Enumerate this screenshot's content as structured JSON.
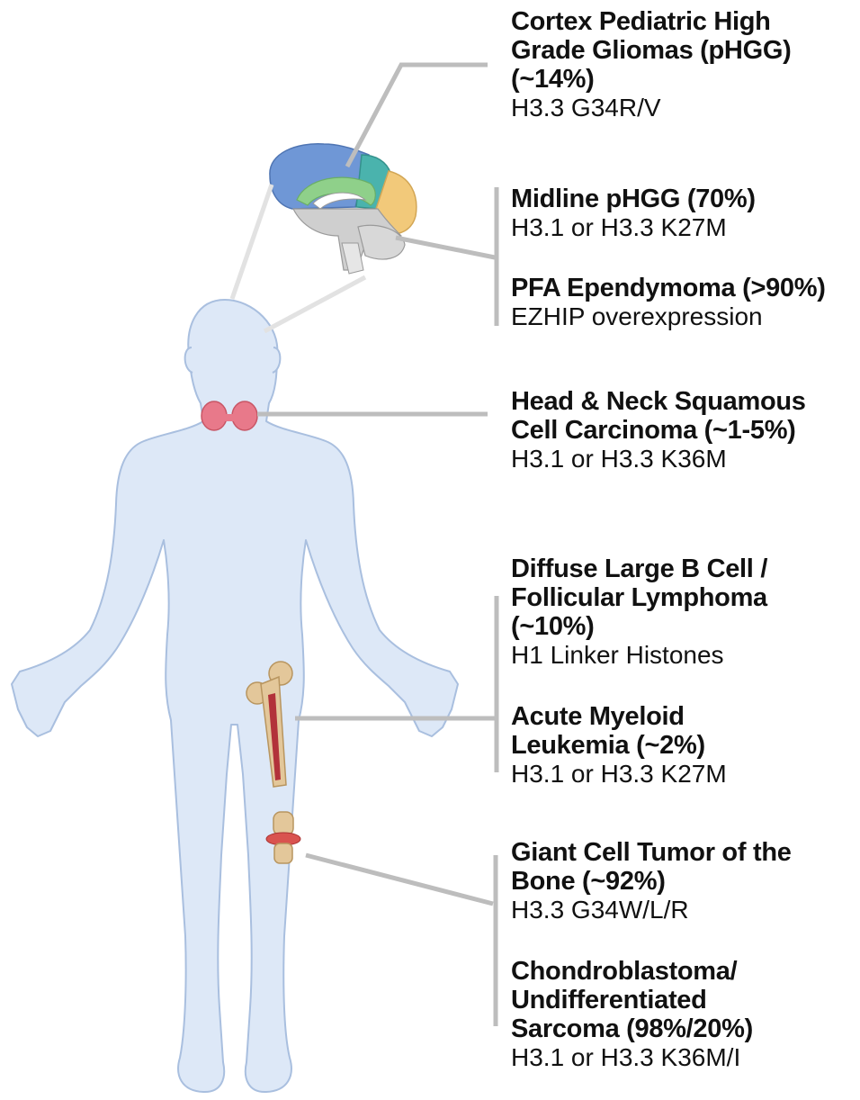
{
  "annotations": [
    {
      "title": "Cortex Pediatric High Grade Gliomas (pHGG) (~14%)",
      "subtitle": "H3.3 G34R/V"
    },
    {
      "title": "Midline pHGG (70%)",
      "subtitle": "H3.1 or H3.3 K27M"
    },
    {
      "title": "PFA Ependymoma (>90%)",
      "subtitle": "EZHIP overexpression"
    },
    {
      "title": "Head & Neck Squamous Cell Carcinoma (~1-5%)",
      "subtitle": "H3.1 or H3.3 K36M"
    },
    {
      "title": "Diffuse Large B Cell / Follicular Lymphoma (~10%)",
      "subtitle": "H1 Linker Histones"
    },
    {
      "title": "Acute Myeloid Leukemia (~2%)",
      "subtitle": "H3.1 or H3.3 K27M"
    },
    {
      "title": "Giant Cell Tumor of the Bone (~92%)",
      "subtitle": "H3.3 G34W/L/R"
    },
    {
      "title": "Chondroblastoma/ Undifferentiated Sarcoma (98%/20%)",
      "subtitle": "H3.1 or H3.3 K36M/I"
    }
  ],
  "colors": {
    "body_fill": "#dde8f7",
    "body_stroke": "#a9bfdf",
    "connector": "#bdbdbd",
    "brain_frontal": "#6f97d6",
    "brain_temporal": "#4ab3ad",
    "brain_occipital": "#f2c97a",
    "brain_limbic": "#8fd08a",
    "brain_deep": "#cfcfcf",
    "thyroid": "#e8798a",
    "bone": "#e3c79a",
    "marrow": "#b2323a"
  }
}
